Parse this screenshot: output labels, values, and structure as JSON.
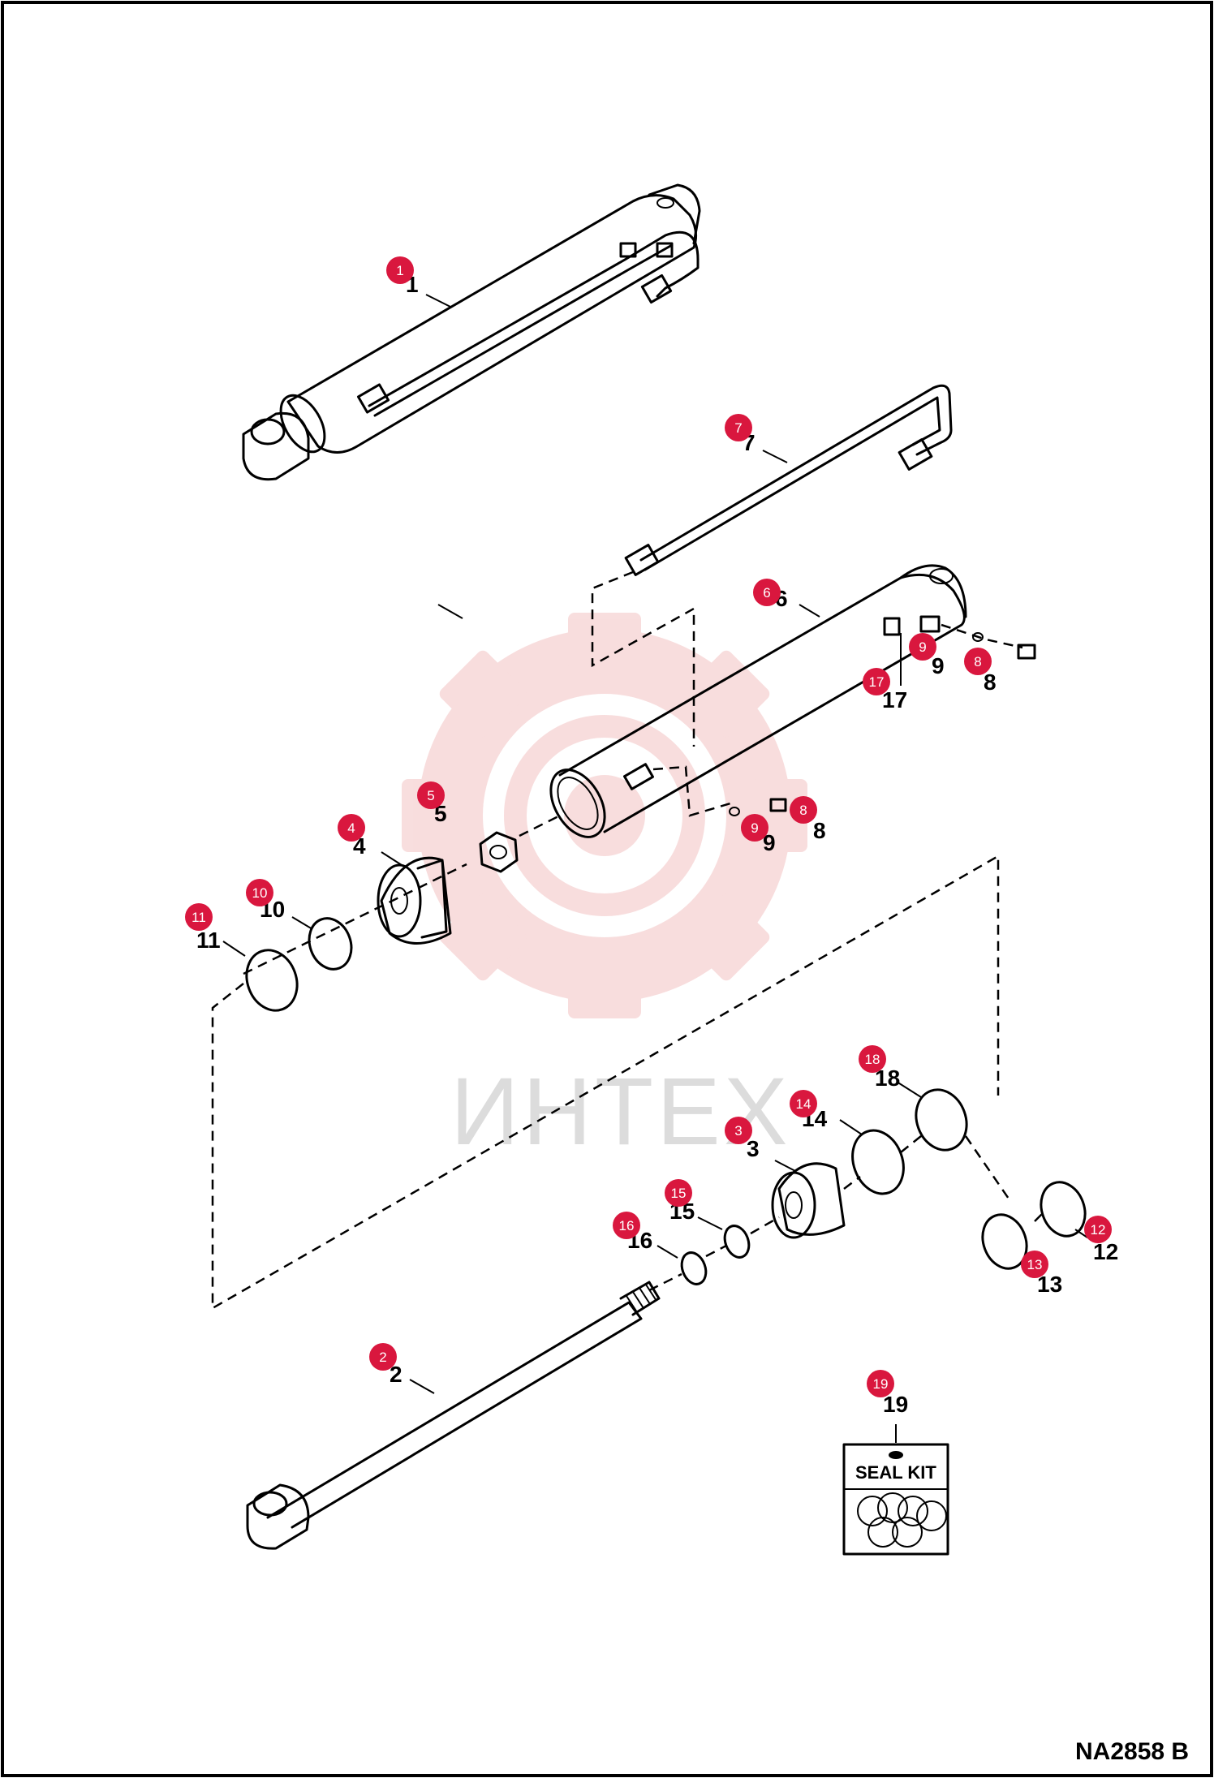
{
  "watermark": {
    "text": "ИНТЕХ",
    "color": "#f3c2c2"
  },
  "callout_color": "#d9173e",
  "drawing_id": "NA2858 B",
  "seal_kit": {
    "label": "SEAL KIT"
  },
  "parts": [
    {
      "id": "1",
      "label": "1"
    },
    {
      "id": "2",
      "label": "2"
    },
    {
      "id": "3",
      "label": "3"
    },
    {
      "id": "4",
      "label": "4"
    },
    {
      "id": "5",
      "label": "5"
    },
    {
      "id": "6",
      "label": "6"
    },
    {
      "id": "7",
      "label": "7"
    },
    {
      "id": "8a",
      "label": "8"
    },
    {
      "id": "8b",
      "label": "8"
    },
    {
      "id": "9a",
      "label": "9"
    },
    {
      "id": "9b",
      "label": "9"
    },
    {
      "id": "10",
      "label": "10"
    },
    {
      "id": "11",
      "label": "11"
    },
    {
      "id": "12",
      "label": "12"
    },
    {
      "id": "13",
      "label": "13"
    },
    {
      "id": "14",
      "label": "14"
    },
    {
      "id": "15",
      "label": "15"
    },
    {
      "id": "16",
      "label": "16"
    },
    {
      "id": "17",
      "label": "17"
    },
    {
      "id": "18",
      "label": "18"
    },
    {
      "id": "19",
      "label": "19"
    }
  ]
}
